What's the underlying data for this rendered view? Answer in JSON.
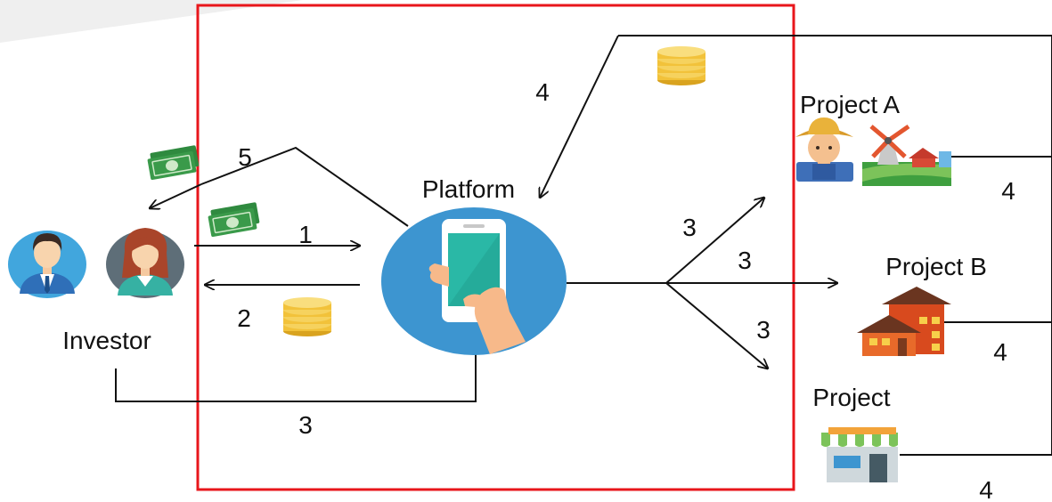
{
  "labels": {
    "platform": "Platform",
    "investor": "Investor",
    "project_a": "Project A",
    "project_b": "Project B",
    "project_c": "Project"
  },
  "steps": {
    "s1": "1",
    "s2": "2",
    "s3_investor": "3",
    "s3_a": "3",
    "s3_b": "3",
    "s3_c": "3",
    "s4_top": "4",
    "s4_a": "4",
    "s4_b": "4",
    "s4_c": "4",
    "s5": "5"
  },
  "colors": {
    "highlight_box": "#e8161b",
    "platform_circle": "#3d95d0",
    "phone_screen": "#2ab8a6",
    "cash": "#3a9a4a",
    "coin": "#f2c23a",
    "line": "#111111"
  },
  "icons": {
    "investor_man": "businessman-avatar-icon",
    "investor_woman": "businesswoman-avatar-icon",
    "platform": "smartphone-in-hand-icon",
    "project_a_farmer": "farmer-avatar-icon",
    "project_a_farm": "windmill-farm-icon",
    "project_b": "houses-icon",
    "project_c": "shop-storefront-icon",
    "money": "banknotes-icon",
    "coins": "coin-stack-icon"
  }
}
